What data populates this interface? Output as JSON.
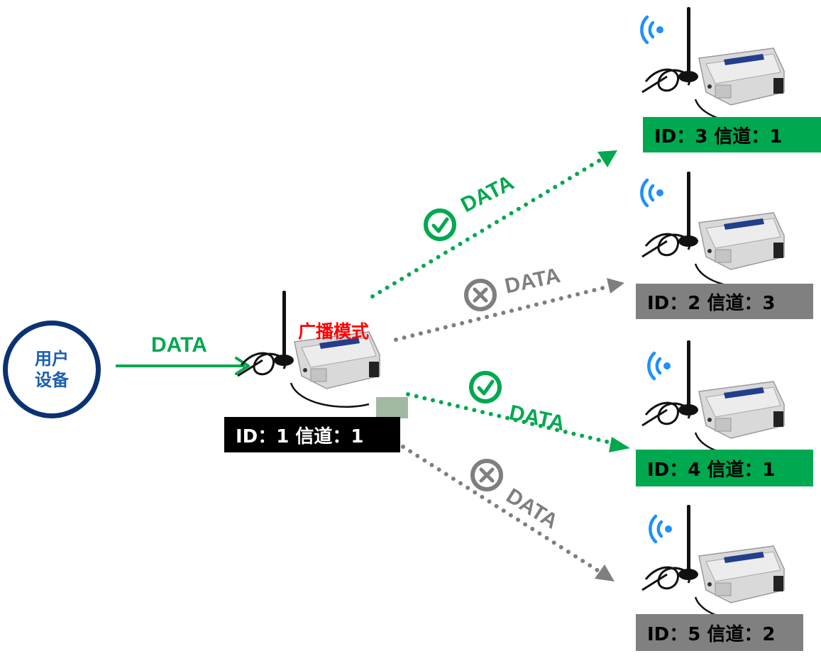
{
  "user_device": {
    "line1": "用户",
    "line2": "设备"
  },
  "input_arrow_label": "DATA",
  "sender": {
    "mode": "广播模式",
    "id_label": "ID：1 信道：1"
  },
  "links": [
    {
      "label": "DATA",
      "status": "success"
    },
    {
      "label": "DATA",
      "status": "fail"
    },
    {
      "label": "DATA",
      "status": "success"
    },
    {
      "label": "DATA",
      "status": "fail"
    }
  ],
  "receivers": [
    {
      "id_label": "ID：3 信道：1",
      "status": "success"
    },
    {
      "id_label": "ID：2 信道：3",
      "status": "fail"
    },
    {
      "id_label": "ID：4 信道：1",
      "status": "success"
    },
    {
      "id_label": "ID：5 信道：2",
      "status": "fail"
    }
  ],
  "colors": {
    "success": "#00a84f",
    "fail": "#808080",
    "user_ring": "#0b3272",
    "user_text": "#1b5fae",
    "mode": "#ff0000",
    "wifi": "#1e90ff"
  },
  "icons": [
    "check-circle-icon",
    "x-circle-icon",
    "wifi-icon",
    "antenna-icon",
    "radio-module-icon"
  ]
}
